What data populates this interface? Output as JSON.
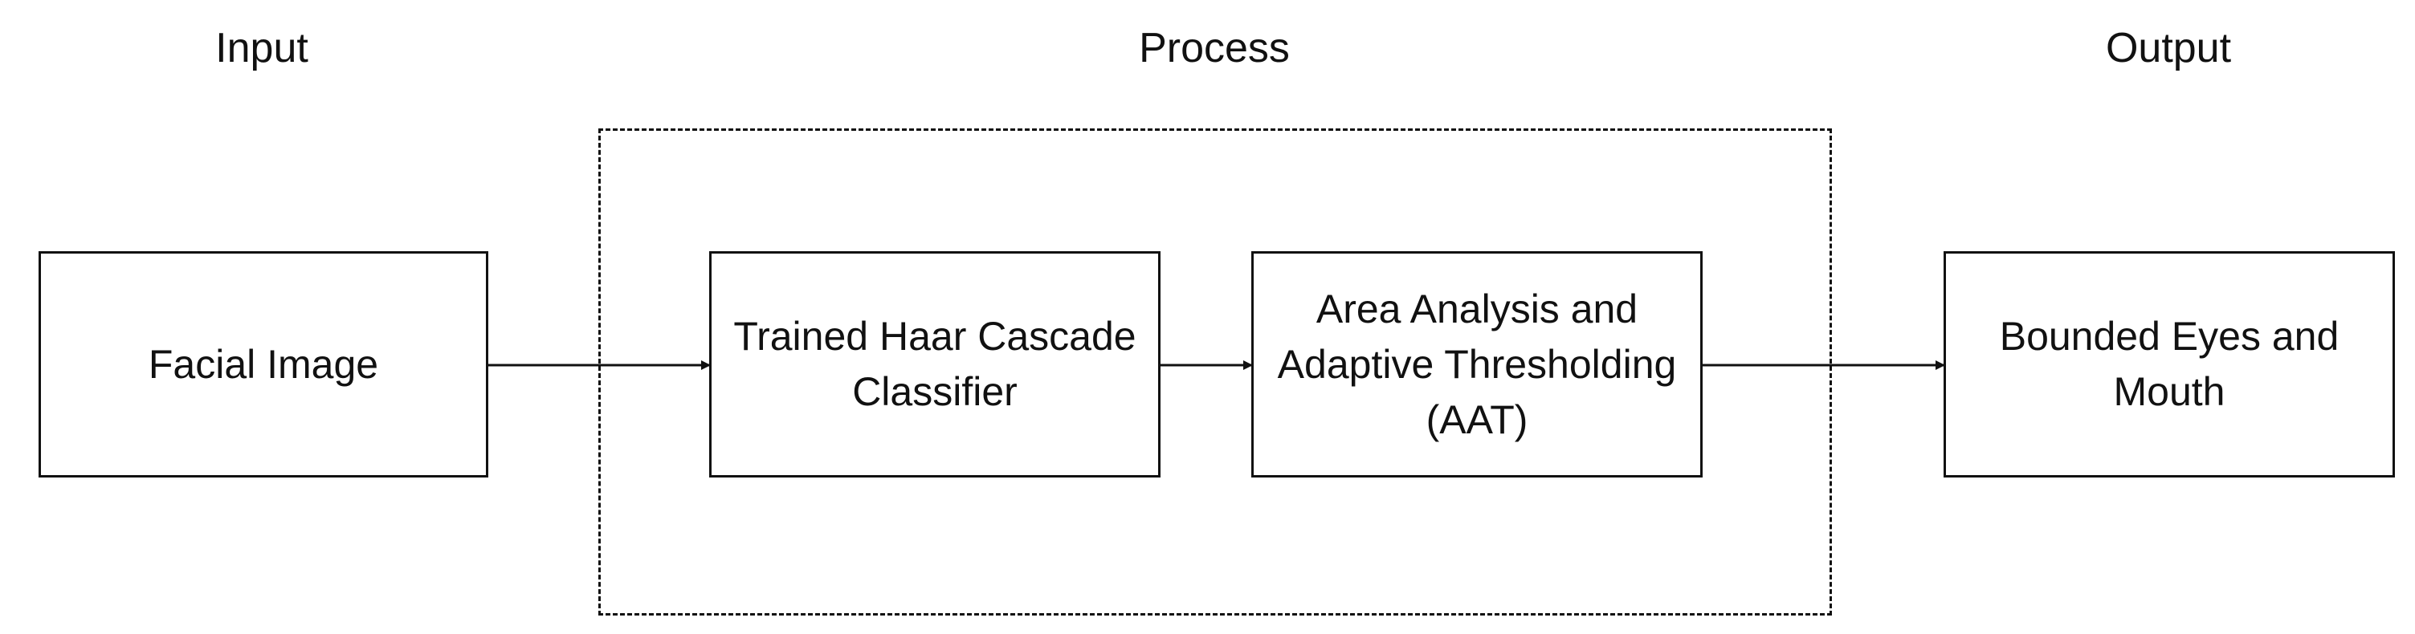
{
  "section_labels": {
    "input": "Input",
    "process": "Process",
    "output": "Output"
  },
  "nodes": {
    "facial_image": "Facial Image",
    "haar_classifier": "Trained Haar Cascade Classifier",
    "area_analysis": "Area Analysis and Adaptive Thresholding (AAT)",
    "bounded_output": "Bounded Eyes and Mouth"
  },
  "edges": [
    {
      "from": "Facial Image",
      "to": "Trained Haar Cascade Classifier"
    },
    {
      "from": "Trained Haar Cascade Classifier",
      "to": "Area Analysis and Adaptive Thresholding (AAT)"
    },
    {
      "from": "Area Analysis and Adaptive Thresholding (AAT)",
      "to": "Bounded Eyes and Mouth"
    }
  ],
  "colors": {
    "background": "#ffffff",
    "stroke": "#111111",
    "text": "#111111"
  }
}
